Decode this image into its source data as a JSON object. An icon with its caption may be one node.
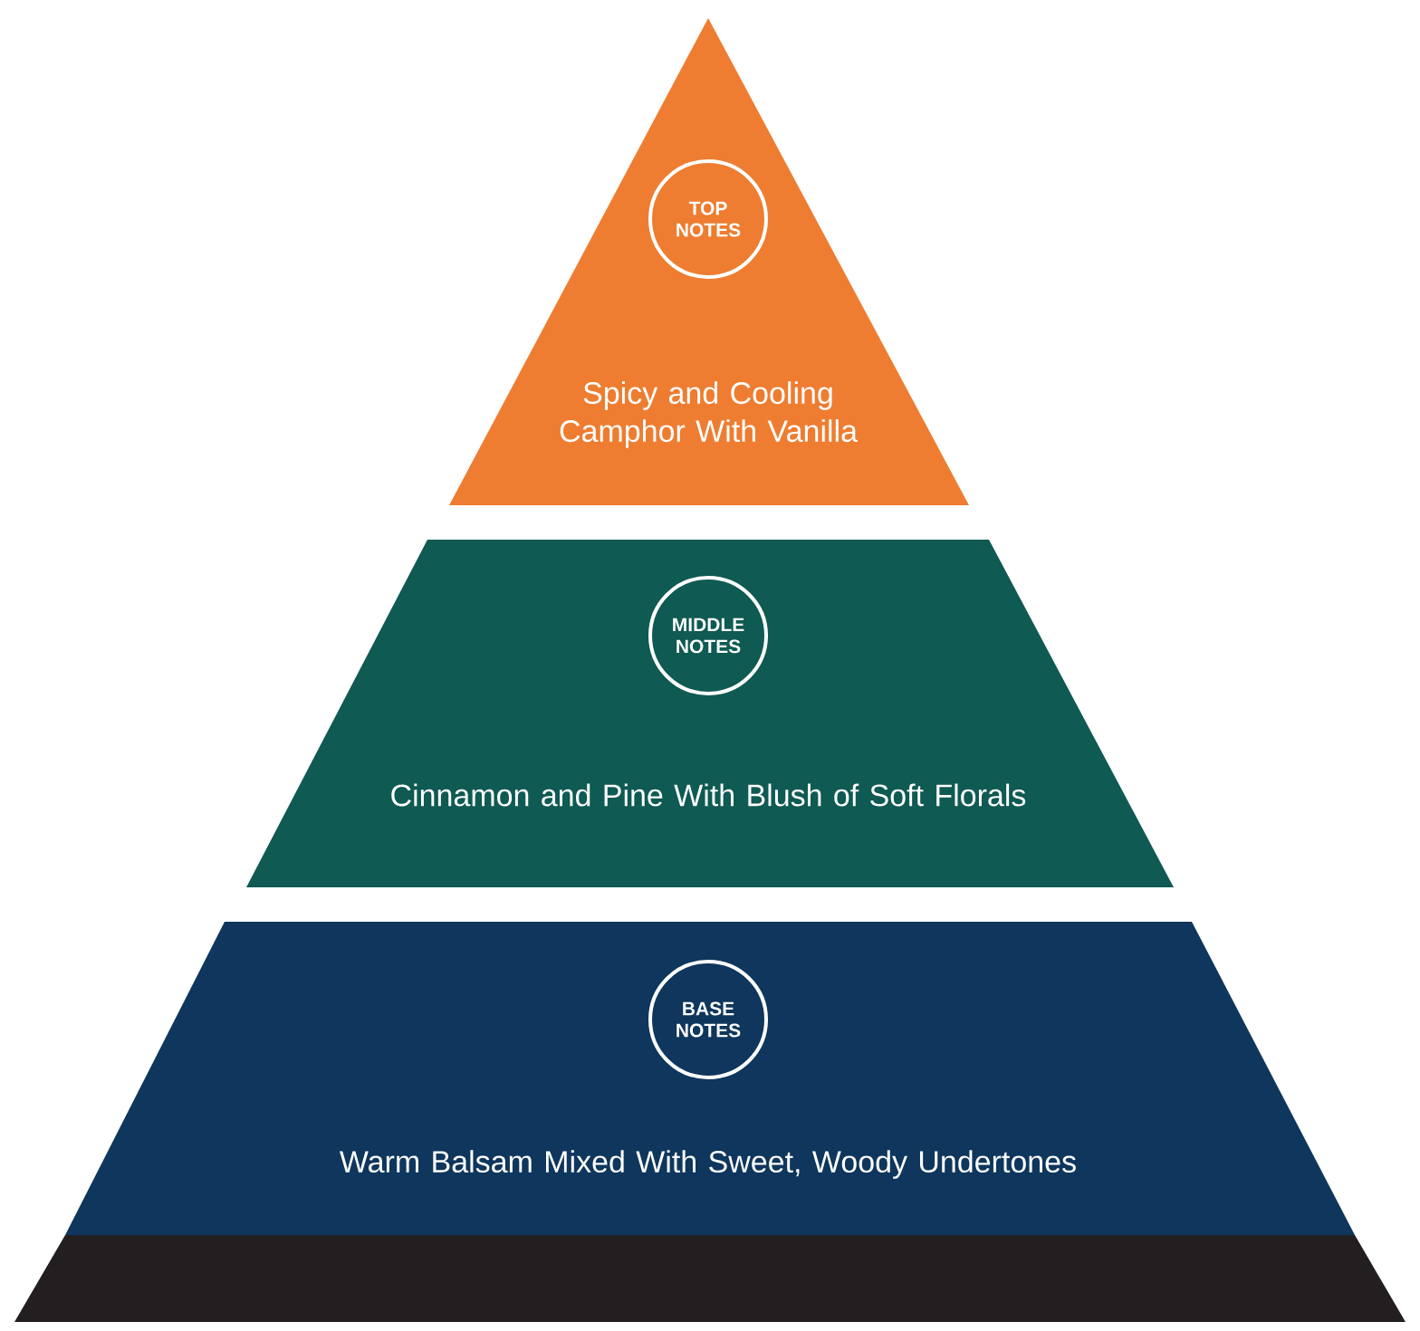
{
  "diagram": {
    "nodes": [
      {
        "text": [
          "Spicy and Cooling Camphor With Vanilla"
        ]
      },
      {
        "text": [
          "TOP NOTES"
        ],
        "in": 0
      },
      {
        "text": [
          "Cinnamon and Pine With Blush of Soft Florals"
        ]
      },
      {
        "text": [
          "MIDDLE NOTES"
        ],
        "in": 2
      },
      {
        "text": [
          "Warm Balsam Mixed With Sweet, Woody Undertones"
        ]
      },
      {
        "text": [
          "BASE NOTES"
        ],
        "in": 4
      },
      {
        "text": [],
        "shape": "bar"
      }
    ]
  }
}
